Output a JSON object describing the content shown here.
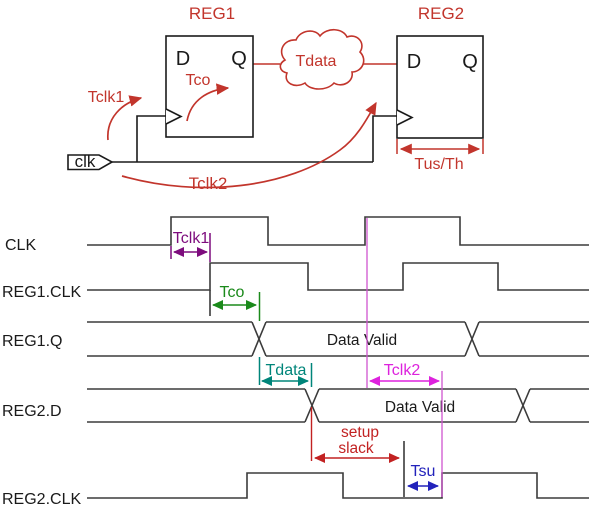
{
  "schematic": {
    "reg1_title": "REG1",
    "reg2_title": "REG2",
    "d_pin": "D",
    "q_pin": "Q",
    "clk_port": "clk",
    "tclk1_label": "Tclk1",
    "tco_label": "Tco",
    "tclk2_label": "Tclk2",
    "tdata_label": "Tdata",
    "tus_th_label": "Tus/Th"
  },
  "waveform": {
    "signals": [
      "CLK",
      "REG1.CLK",
      "REG1.Q",
      "REG2.D",
      "REG2.CLK"
    ],
    "data_valid_label": "Data Valid",
    "tclk1_label": "Tclk1",
    "tco_label": "Tco",
    "tdata_label": "Tdata",
    "tclk2_label": "Tclk2",
    "setup_label": "setup",
    "slack_label": "slack",
    "tsu_label": "Tsu"
  },
  "colors": {
    "schematic_red": "#c2352c",
    "waveline": "#3b3b3b",
    "tclk1": "#7d0c7d",
    "tco": "#1b8a1b",
    "tdata": "#00857a",
    "tclk2": "#dd22dd",
    "tclk2_line": "#cf55cf",
    "setup_slack": "#c22222",
    "tsu": "#2222bb"
  }
}
